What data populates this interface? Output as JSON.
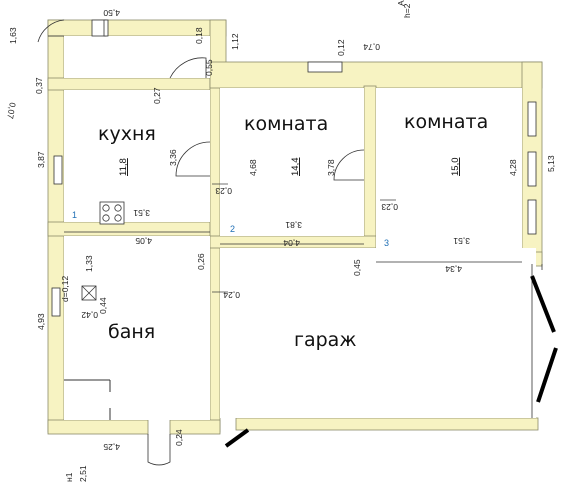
{
  "rooms": {
    "kitchen": "кухня",
    "room1": "комната",
    "room2": "комната",
    "bath": "баня",
    "garage": "гараж"
  },
  "areas": {
    "kitchen": "11,8",
    "room1": "14,4",
    "room2": "15,0"
  },
  "room_numbers": [
    "1",
    "2",
    "3"
  ],
  "dimensions": {
    "top_outer": "4,50",
    "left_163": "1,63",
    "left_037": "0,37",
    "left_007": "0,07",
    "left_387": "3,87",
    "left_493": "4,93",
    "top_112": "1,12",
    "top_018": "0,18",
    "top_055": "0,55",
    "top_012": "0,12",
    "top_074": "0,74",
    "kitchen_027": "0,27",
    "kitchen_336": "3,36",
    "kitchen_351": "3,51",
    "kitchen_405": "4,05",
    "room1_468": "4,68",
    "room1_378": "3,78",
    "room1_023": "0,23",
    "room1_381": "3,81",
    "room1_404": "4,04",
    "room2_428": "4,28",
    "room2_513": "5,13",
    "room2_023": "0,23",
    "room2_351": "3,51",
    "room2_434": "4,34",
    "mid_026": "0,26",
    "mid_024": "0,24",
    "mid_045": "0,45",
    "bath_133": "1,33",
    "bath_d012": "d=0,12",
    "bath_044": "0,44",
    "bath_042": "0,42",
    "bottom_425": "4,25",
    "bottom_024": "0,24",
    "bottom_251": "2,51",
    "corner_h2": "h=2",
    "corner_a": "A",
    "corner_n1": "н1"
  }
}
